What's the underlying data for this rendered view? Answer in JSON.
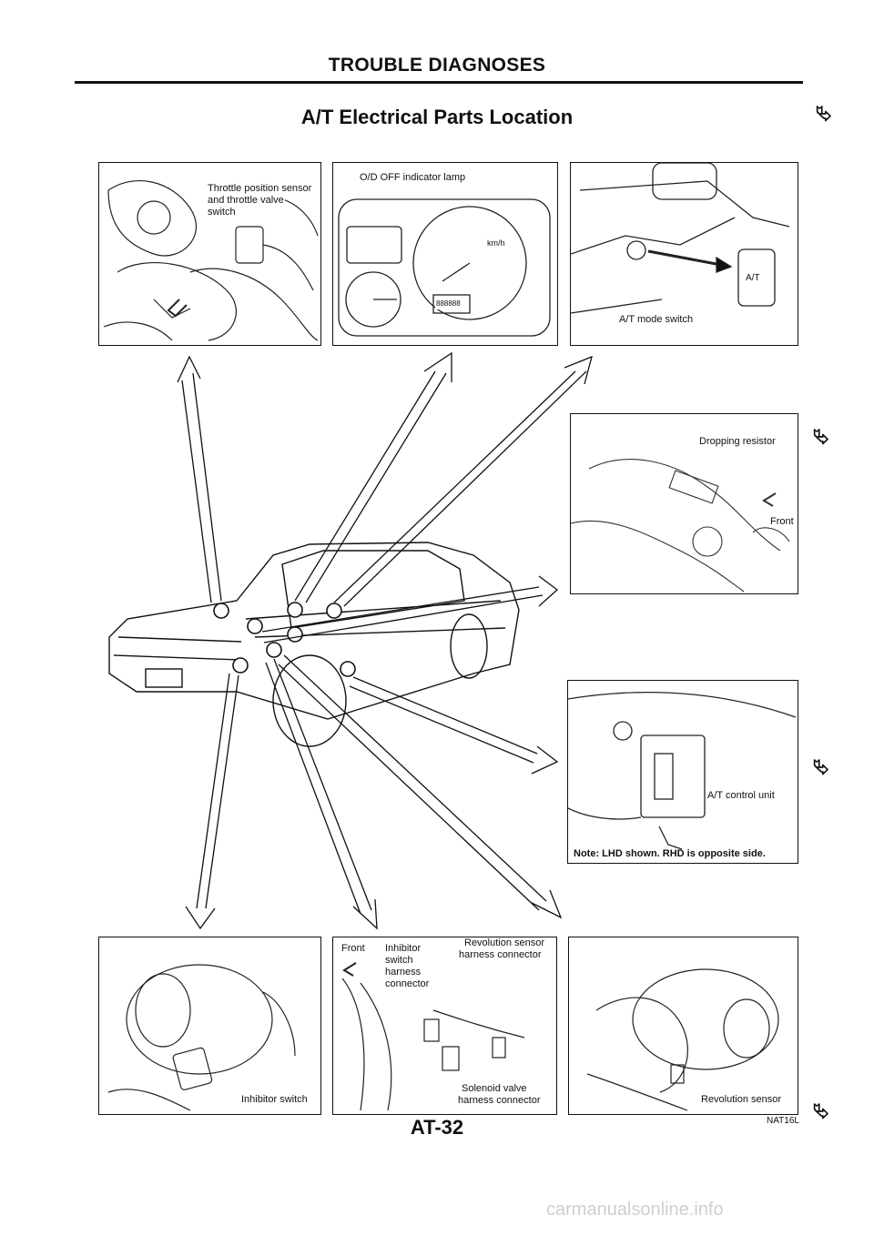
{
  "header": {
    "title": "TROUBLE DIAGNOSES",
    "subtitle": "A/T Electrical Parts Location"
  },
  "panels": {
    "throttle": {
      "label_line1": "Throttle position sensor",
      "label_line2": "and throttle valve",
      "label_line3": "switch"
    },
    "cluster": {
      "label": "O/D OFF indicator lamp",
      "speed_unit": "km/h",
      "odometer": "888888"
    },
    "mode_switch": {
      "label": "A/T mode switch",
      "button_text": "A/T"
    },
    "dropping_resistor": {
      "label": "Dropping resistor",
      "front": "Front"
    },
    "control_unit": {
      "label": "A/T control unit",
      "note": "Note: LHD shown. RHD is opposite side."
    },
    "inhibitor_switch": {
      "label": "Inhibitor switch"
    },
    "harness": {
      "front": "Front",
      "inhibitor_l1": "Inhibitor",
      "inhibitor_l2": "switch",
      "inhibitor_l3": "harness",
      "inhibitor_l4": "connector",
      "revolution_l1": "Revolution sensor",
      "revolution_l2": "harness connector",
      "solenoid_l1": "Solenoid valve",
      "solenoid_l2": "harness connector"
    },
    "revolution_sensor": {
      "label": "Revolution sensor"
    }
  },
  "footer": {
    "page_number": "AT-32",
    "figure_code": "NAT16L"
  },
  "watermark": "carmanualsonline.info"
}
